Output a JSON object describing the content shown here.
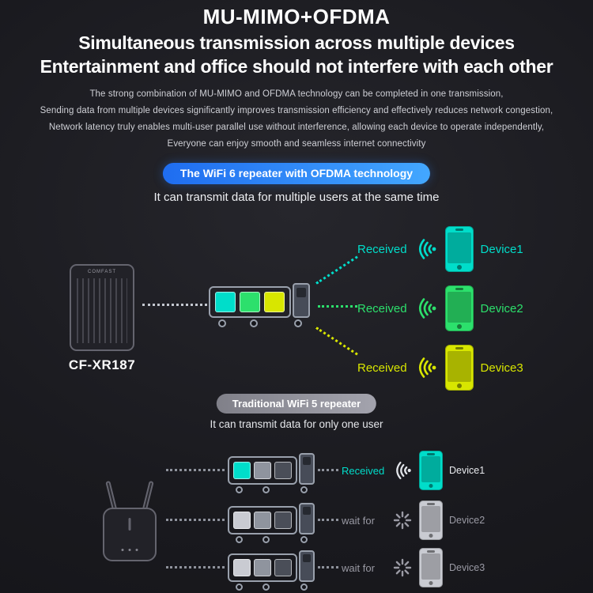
{
  "header": {
    "title": "MU-MIMO+OFDMA",
    "subtitle1": "Simultaneous transmission across multiple devices",
    "subtitle2": "Entertainment and office should not interfere with each other"
  },
  "intro": {
    "lines": [
      "The strong combination of MU-MIMO and OFDMA technology can be completed in one transmission,",
      "Sending data from multiple devices significantly improves transmission efficiency and effectively reduces network congestion,",
      "Network latency truly enables multi-user parallel use without interference, allowing each device to operate independently,",
      "Everyone can enjoy smooth and seamless internet connectivity"
    ]
  },
  "wifi6": {
    "badge_label": "The WiFi 6 repeater with OFDMA technology",
    "caption": "It can transmit data for multiple users at the same time",
    "repeater": {
      "brand": "COMFAST",
      "model": "CF-XR187"
    },
    "bus_blocks": [
      "#00ddca",
      "#2ce06c",
      "#d8e600"
    ],
    "rows": [
      {
        "status": "Received",
        "device": "Device1",
        "color": "#00ddca",
        "icon": "wifi-signal-icon"
      },
      {
        "status": "Received",
        "device": "Device2",
        "color": "#2ce06c",
        "icon": "wifi-signal-icon"
      },
      {
        "status": "Received",
        "device": "Device3",
        "color": "#d8e600",
        "icon": "wifi-signal-icon"
      }
    ]
  },
  "wifi5": {
    "badge_label": "Traditional WiFi 5 repeater",
    "caption": "It can transmit data for only one user",
    "rows": [
      {
        "status": "Received",
        "device": "Device1",
        "status_color": "#00ddca",
        "icon": "wifi-signal-icon",
        "icon_color": "#e2e5ea",
        "phone_color": "#00ddca",
        "device_color": "#e8eaee",
        "bus_blocks": [
          "#00ddca",
          "#8f949e",
          "#4a4e58"
        ]
      },
      {
        "status": "wait for",
        "device": "Device2",
        "status_color": "#9a9aa4",
        "icon": "wait-spinner-icon",
        "icon_color": "#9a9aa4",
        "phone_color": "#c9cbd2",
        "device_color": "#9a9aa4",
        "bus_blocks": [
          "#c9cbd2",
          "#8f949e",
          "#4a4e58"
        ]
      },
      {
        "status": "wait for",
        "device": "Device3",
        "status_color": "#9a9aa4",
        "icon": "wait-spinner-icon",
        "icon_color": "#9a9aa4",
        "phone_color": "#c9cbd2",
        "device_color": "#9a9aa4",
        "bus_blocks": [
          "#c9cbd2",
          "#8f949e",
          "#4a4e58"
        ]
      }
    ]
  },
  "colors": {
    "background": "#1a1a1f",
    "accent_cyan": "#00ddca",
    "accent_green": "#2ce06c",
    "accent_yellow": "#d8e600",
    "muted_gray": "#9a9aa4",
    "badge_blue_start": "#1f6df0",
    "badge_blue_end": "#43a7ff",
    "badge_gray_start": "#808089",
    "badge_gray_end": "#a3a3ad"
  }
}
